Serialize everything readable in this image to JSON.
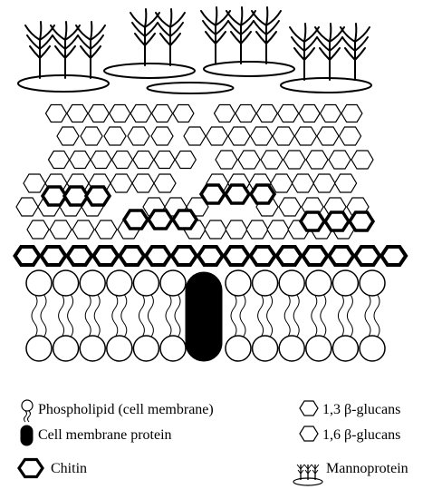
{
  "legend": {
    "phospholipid": "Phospholipid (cell membrane)",
    "membrane_protein": "Cell membrane protein",
    "chitin": "Chitin",
    "glucan_13": "1,3 β-glucans",
    "glucan_16": "1,6 β-glucans",
    "mannoprotein": "Mannoprotein"
  },
  "colors": {
    "stroke": "#000000",
    "fill": "#ffffff",
    "protein": "#000000"
  },
  "icons": {
    "phospholipid": "phospholipid-icon",
    "membrane_protein": "membrane-protein-icon",
    "chitin": "chitin-hexagon-icon",
    "glucan_13": "glucan-13-hexagon-icon",
    "glucan_16": "glucan-16-hexagon-icon",
    "mannoprotein": "mannoprotein-icon"
  }
}
